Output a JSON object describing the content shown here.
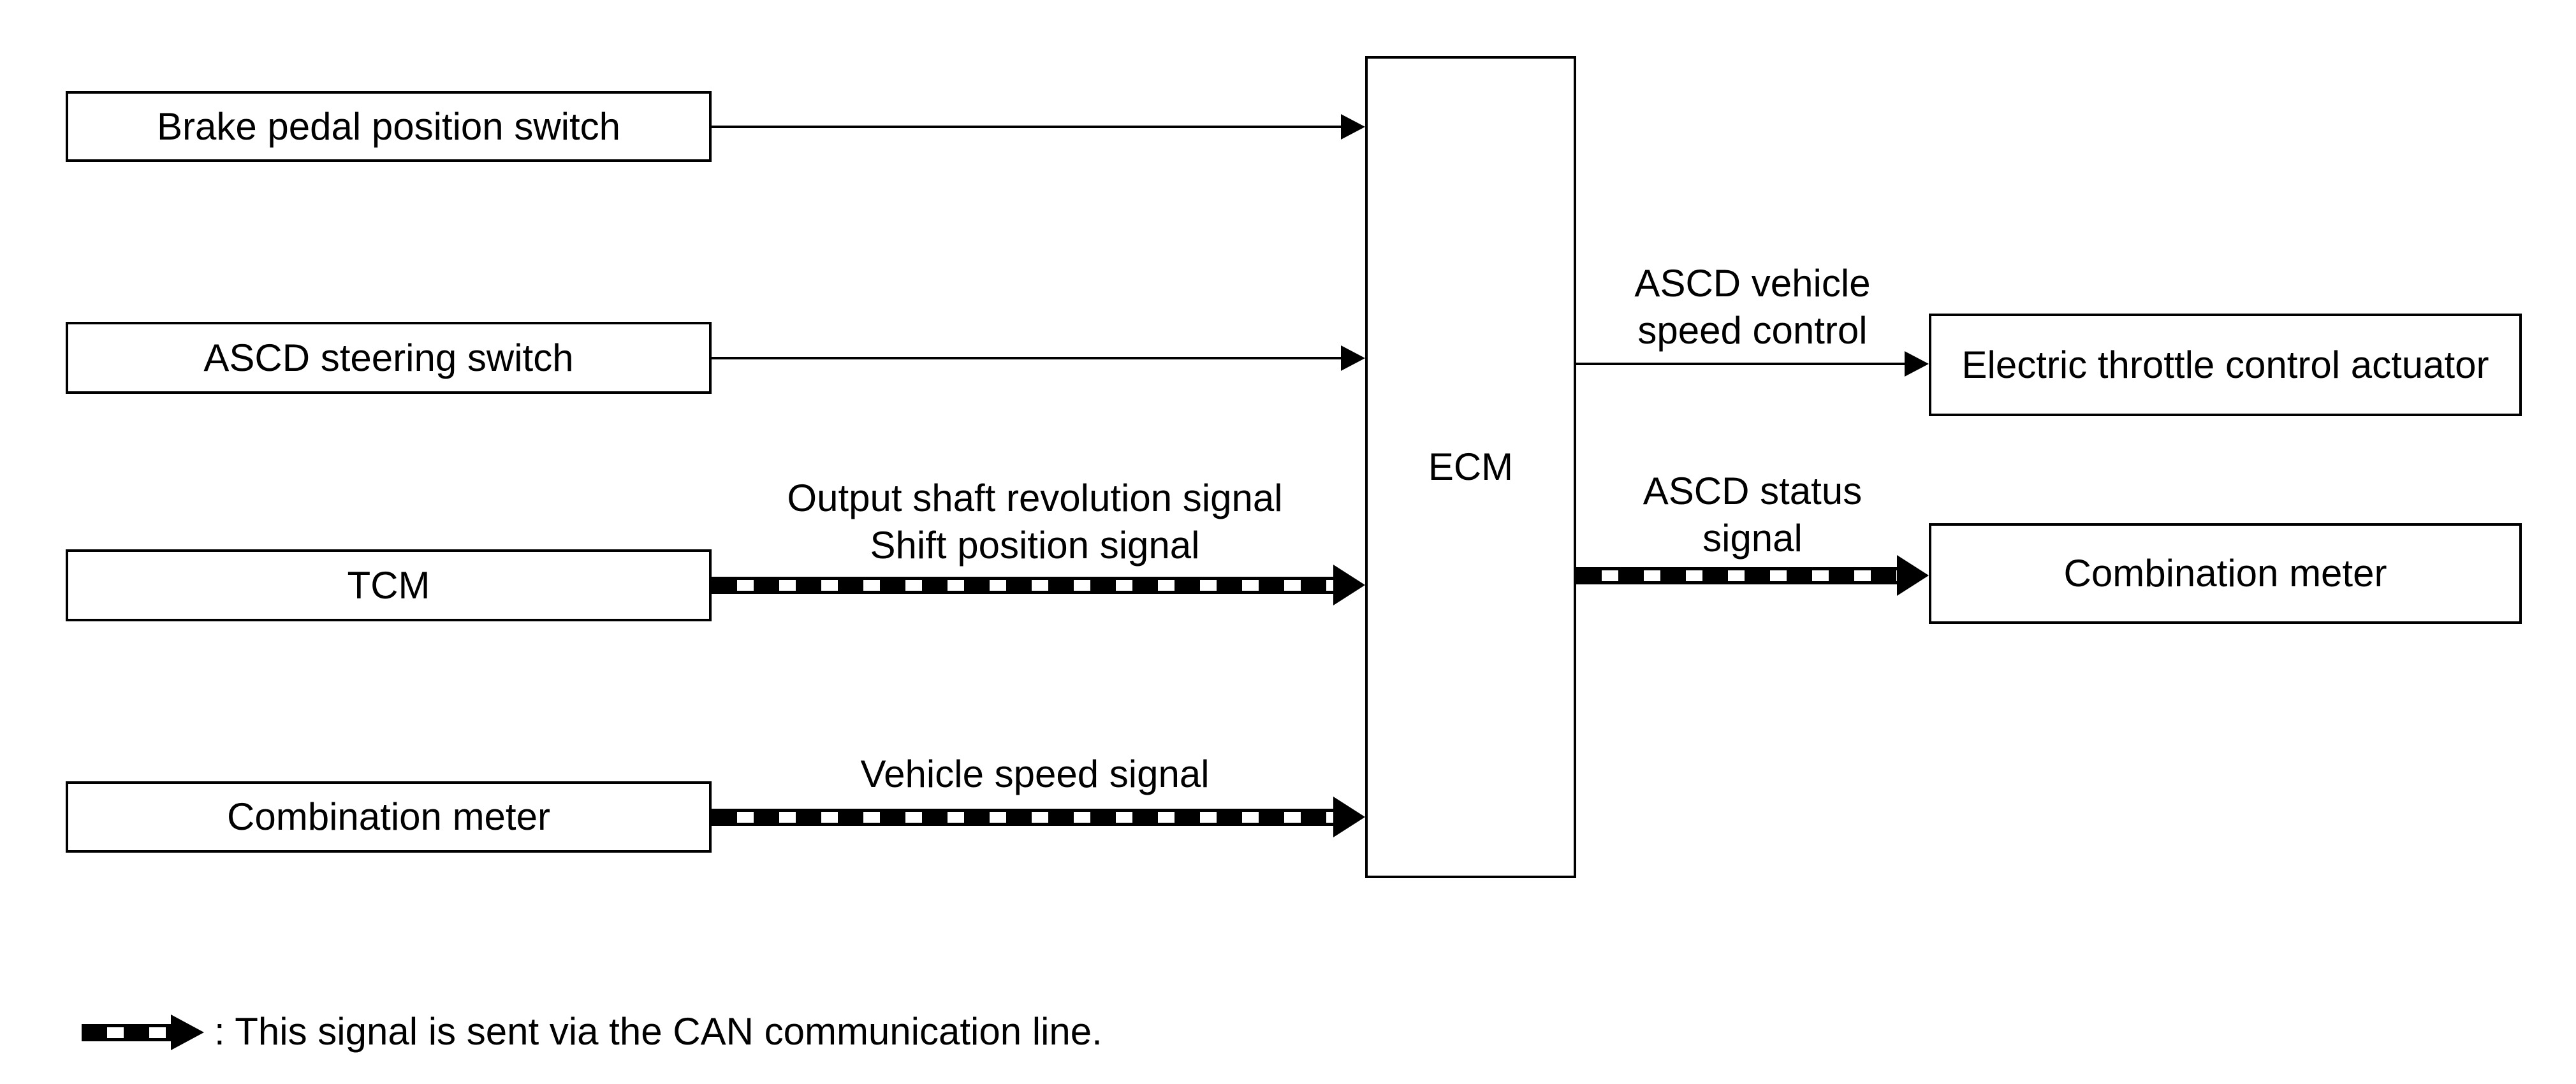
{
  "diagram": {
    "background": "#ffffff",
    "line_color": "#000000",
    "nodes": {
      "brake": {
        "label": "Brake pedal position switch"
      },
      "ascd_steering": {
        "label": "ASCD steering switch"
      },
      "tcm": {
        "label": "TCM"
      },
      "combination_meter_left": {
        "label": "Combination meter"
      },
      "ecm": {
        "label": "ECM"
      },
      "throttle_actuator": {
        "label": "Electric throttle control actuator"
      },
      "combination_meter_right": {
        "label": "Combination meter"
      }
    },
    "signal_labels": {
      "tcm_to_ecm": {
        "line1": "Output shaft revolution signal",
        "line2": "Shift position signal"
      },
      "combination_to_ecm": {
        "line1": "Vehicle speed signal"
      },
      "ecm_to_throttle": {
        "line1": "ASCD vehicle",
        "line2": "speed control"
      },
      "ecm_to_combination": {
        "line1": "ASCD status",
        "line2": "signal"
      }
    },
    "legend": {
      "text": ": This signal is sent via the CAN communication line."
    }
  }
}
